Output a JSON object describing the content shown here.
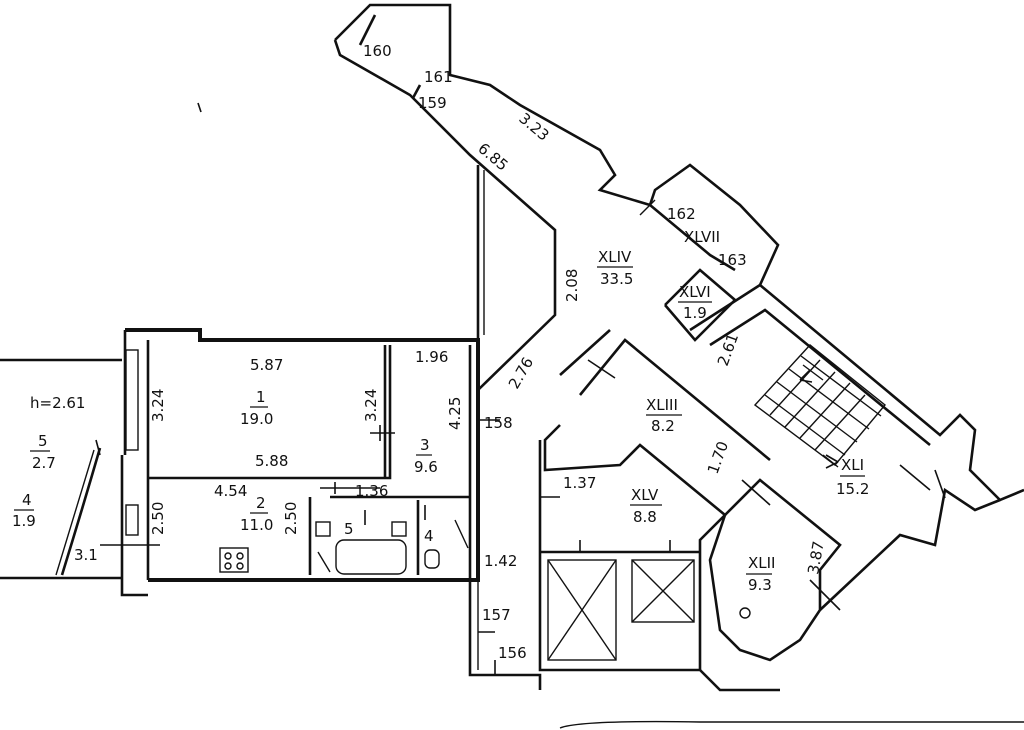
{
  "height_label": "h=2.61",
  "rooms": [
    {
      "id": "room-1",
      "number": "1",
      "area": "19.0"
    },
    {
      "id": "room-2",
      "number": "2",
      "area": "11.0"
    },
    {
      "id": "room-3",
      "number": "3",
      "area": "9.6"
    },
    {
      "id": "room-4",
      "number": "4",
      "area": ""
    },
    {
      "id": "room-5",
      "number": "5",
      "area": ""
    },
    {
      "id": "balcony-4",
      "number": "4",
      "area": "1.9"
    },
    {
      "id": "balcony-5",
      "number": "5",
      "area": "2.7"
    },
    {
      "id": "room-XLI",
      "number": "XLI",
      "area": "15.2"
    },
    {
      "id": "room-XLII",
      "number": "XLII",
      "area": "9.3"
    },
    {
      "id": "room-XLIII",
      "number": "XLIII",
      "area": "8.2"
    },
    {
      "id": "room-XLIV",
      "number": "XLIV",
      "area": "33.5"
    },
    {
      "id": "room-XLV",
      "number": "XLV",
      "area": "8.8"
    },
    {
      "id": "room-XLVI",
      "number": "XLVI",
      "area": "1.9"
    },
    {
      "id": "room-XLVII",
      "number": "XLVII",
      "area": ""
    }
  ],
  "dimensions": [
    "5.87",
    "3.24",
    "3.24",
    "5.88",
    "1.96",
    "4.25",
    "4.54",
    "2.50",
    "2.50",
    "1.36",
    "3.1",
    "1.42",
    "2.76",
    "2.08",
    "6.85",
    "3.23",
    "2.61",
    "1.70",
    "1.37",
    "3.87"
  ],
  "point_labels": [
    "160",
    "161",
    "159",
    "162",
    "163",
    "158",
    "157",
    "156"
  ]
}
